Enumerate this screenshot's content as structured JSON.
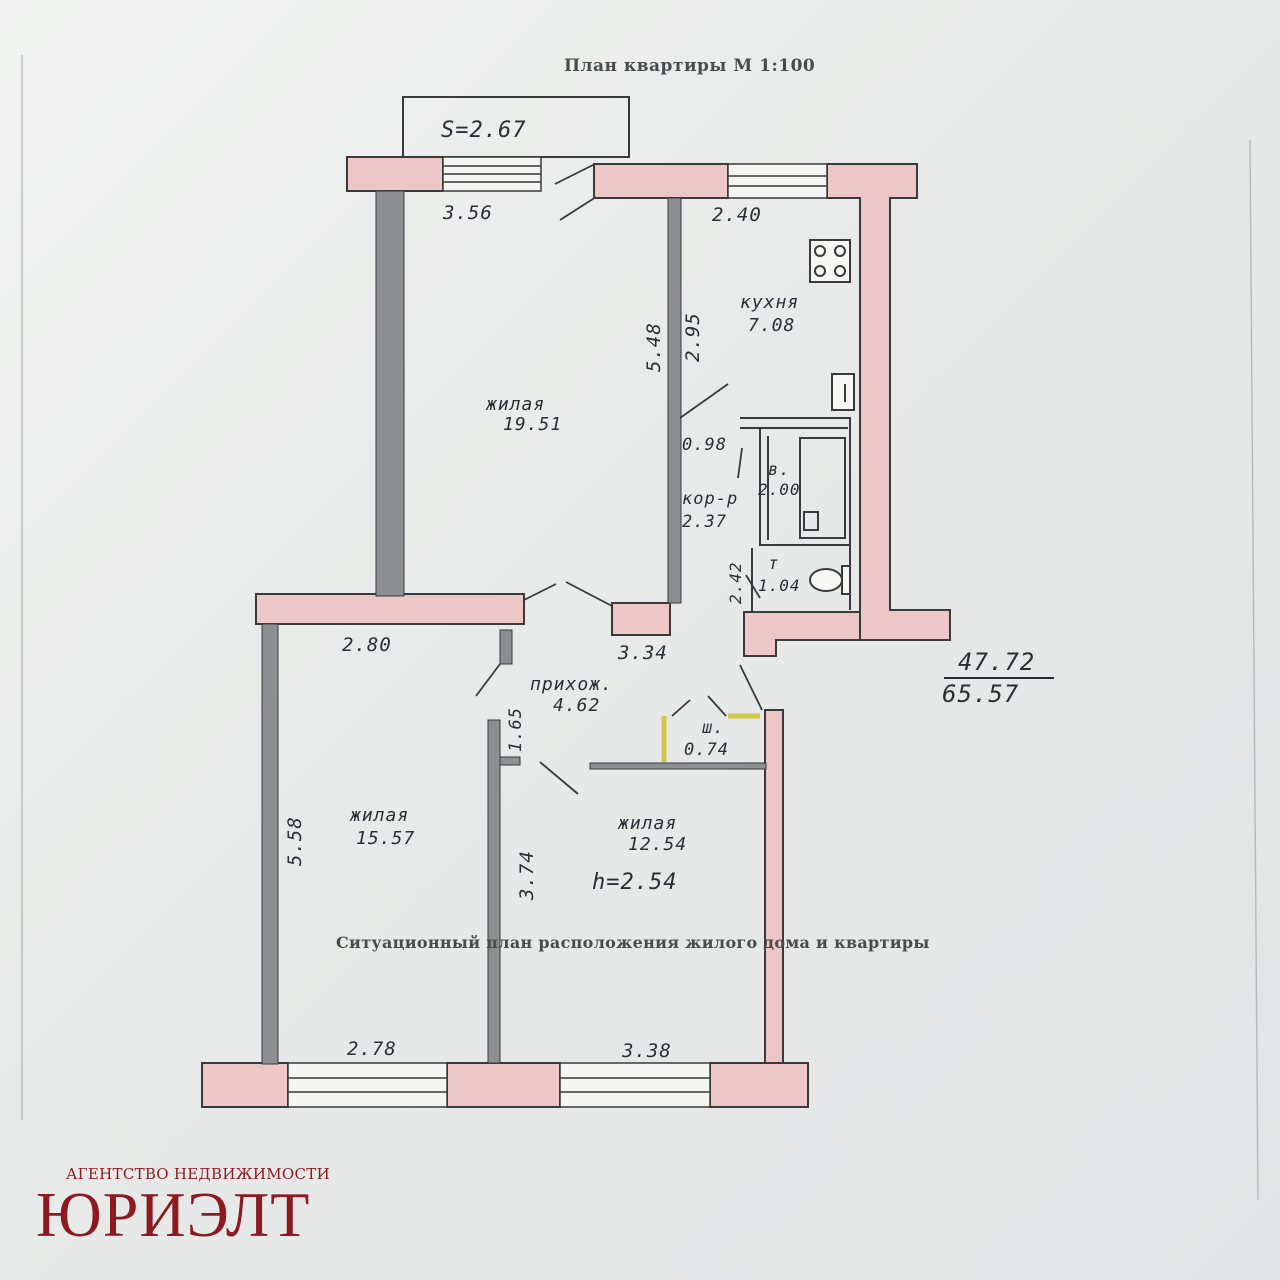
{
  "titles": {
    "plan": "План квартиры М 1:100",
    "situation": "Ситуационный план расположения жилого дома и квартиры"
  },
  "balcony": {
    "area": "S=2.67"
  },
  "rooms": {
    "living_big": {
      "name": "жилая",
      "area": "19.51"
    },
    "kitchen": {
      "name": "кухня",
      "area": "7.08"
    },
    "corridor": {
      "name": "кор-р",
      "area": "2.37"
    },
    "bath": {
      "name": "в.",
      "area": "2.00"
    },
    "toilet": {
      "name": "т",
      "area": "1.04"
    },
    "hall": {
      "name": "прихож.",
      "area": "4.62"
    },
    "closet": {
      "name": "ш.",
      "area": "0.74"
    },
    "living_left": {
      "name": "жилая",
      "area": "15.57"
    },
    "living_right": {
      "name": "жилая",
      "area": "12.54"
    }
  },
  "dimensions": {
    "top_left": "3.56",
    "top_right": "2.40",
    "vertical_548": "5.48",
    "vertical_295": "2.95",
    "corridor_098": "0.98",
    "vertical_242": "2.42",
    "mid_left": "2.80",
    "mid_right": "3.34",
    "vertical_165": "1.65",
    "vertical_558": "5.58",
    "vertical_374": "3.74",
    "bottom_left": "2.78",
    "bottom_right": "3.38",
    "ceiling_height": "h=2.54"
  },
  "totals": {
    "living": "47.72",
    "total": "65.57"
  },
  "agency": {
    "tagline": "АГЕНТСТВО НЕДВИЖИМОСТИ",
    "brand": "ЮРИЭЛТ"
  },
  "colors": {
    "wall_fill": "#ecc7c6",
    "wall_stroke": "#3a3a3d",
    "partition": "#8e8f92",
    "brand": "#8e1a21"
  }
}
